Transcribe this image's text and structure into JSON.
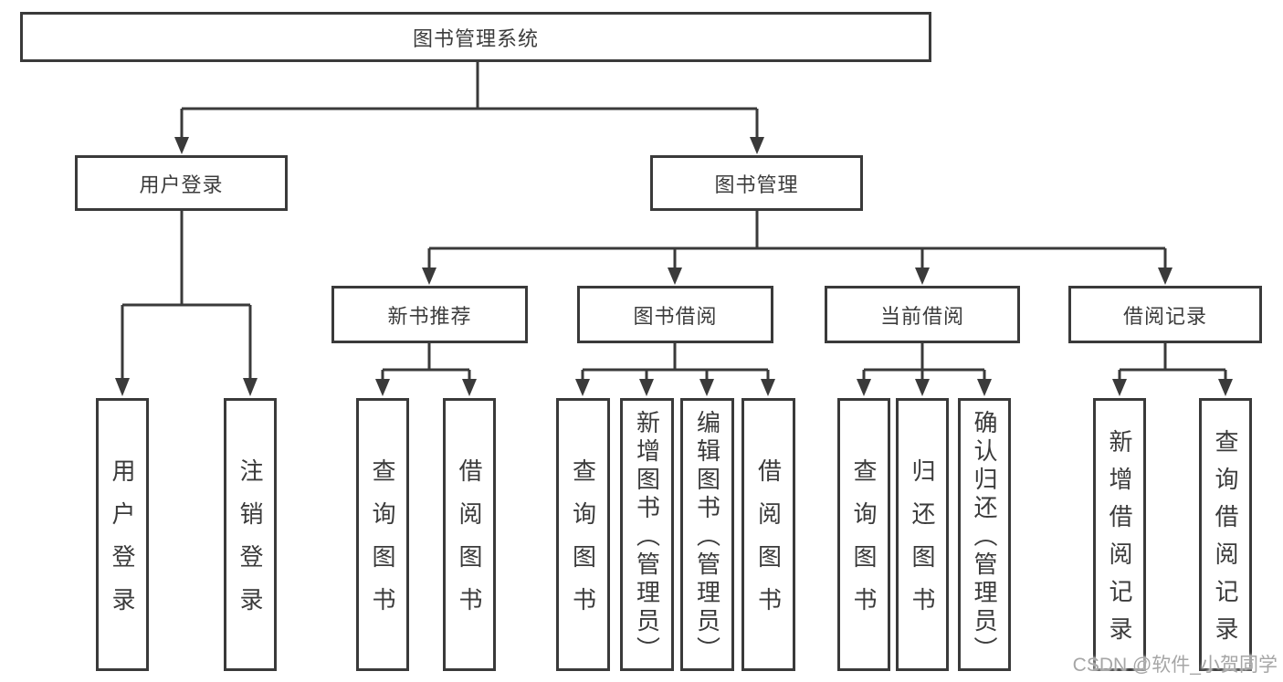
{
  "watermark": "CSDN @软件_小贺同学",
  "tree": {
    "label": "图书管理系统",
    "children": [
      {
        "label": "用户登录",
        "children": [
          {
            "label": "用户登录"
          },
          {
            "label": "注销登录"
          }
        ]
      },
      {
        "label": "图书管理",
        "children": [
          {
            "label": "新书推荐",
            "children": [
              {
                "label": "查询图书"
              },
              {
                "label": "借阅图书"
              }
            ]
          },
          {
            "label": "图书借阅",
            "children": [
              {
                "label": "查询图书"
              },
              {
                "label": "新增图书（管理员）"
              },
              {
                "label": "编辑图书（管理员）"
              },
              {
                "label": "借阅图书"
              }
            ]
          },
          {
            "label": "当前借阅",
            "children": [
              {
                "label": "查询图书"
              },
              {
                "label": "归还图书"
              },
              {
                "label": "确认归还（管理员）"
              }
            ]
          },
          {
            "label": "借阅记录",
            "children": [
              {
                "label": "新增借阅记录"
              },
              {
                "label": "查询借阅记录"
              }
            ]
          }
        ]
      }
    ]
  },
  "colors": {
    "line": "#3a3a3a",
    "text": "#3b3b3b",
    "watermark": "#a6a6a6"
  }
}
